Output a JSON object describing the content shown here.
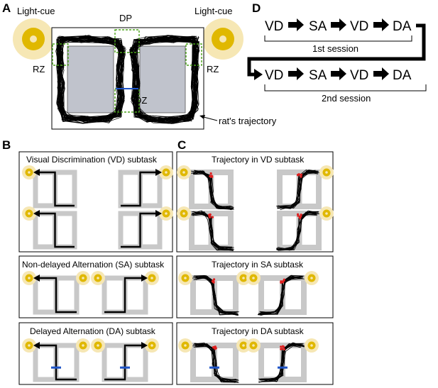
{
  "panels": {
    "A": {
      "letter": "A",
      "light_cue_left": "Light-cue",
      "light_cue_right": "Light-cue",
      "dp": "DP",
      "rz_left": "RZ",
      "rz_right": "RZ",
      "dz": "DZ",
      "trajectory_label": "rat's trajectory"
    },
    "B": {
      "letter": "B",
      "vd_title": "Visual Discrimination (VD) subtask",
      "sa_title": "Non-delayed Alternation (SA) subtask",
      "da_title": "Delayed Alternation (DA) subtask"
    },
    "C": {
      "letter": "C",
      "vd_title": "Trajectory in VD subtask",
      "sa_title": "Trajectory in SA subtask",
      "da_title": "Trajectory in DA subtask"
    },
    "D": {
      "letter": "D",
      "session1": [
        "VD",
        "SA",
        "VD",
        "DA"
      ],
      "session2": [
        "VD",
        "SA",
        "VD",
        "DA"
      ],
      "session1_label": "1st session",
      "session2_label": "2nd session"
    }
  },
  "colors": {
    "light": "#f6e7b4",
    "light_core": "#e0b800",
    "arena": "#c0c3cc",
    "track": "#c8c8c8",
    "zone_dash": "#4aa21a",
    "delay_marker": "#1f55c8",
    "trajectory": "#000000",
    "choice_marker": "#e02020"
  }
}
